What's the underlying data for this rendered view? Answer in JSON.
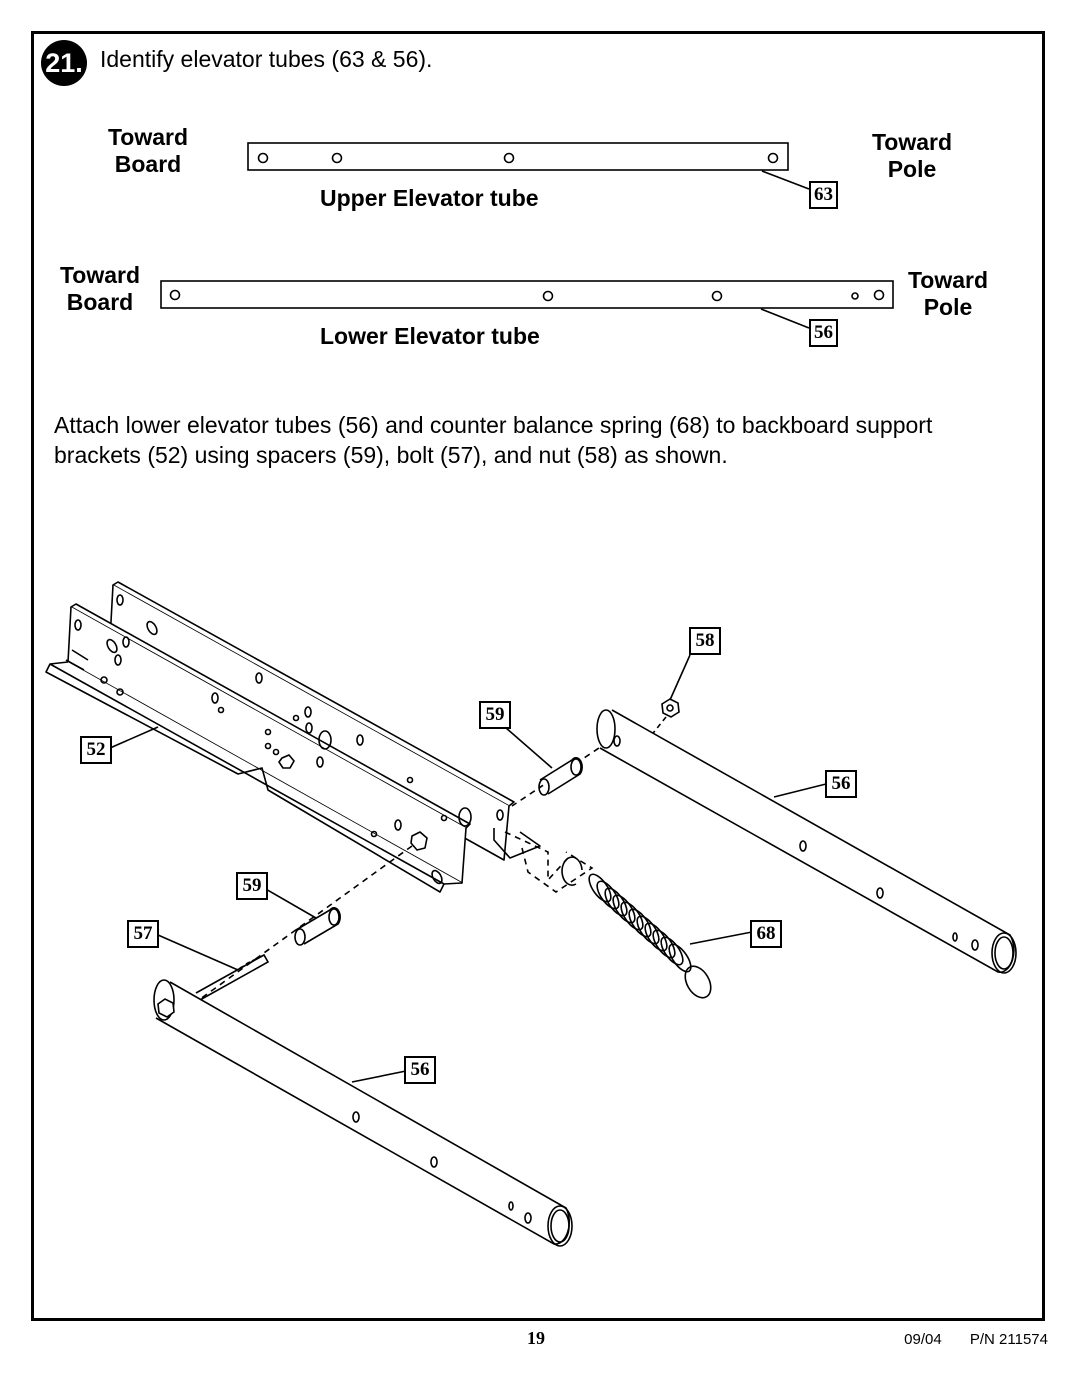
{
  "step": {
    "number": "21.",
    "instruction": "Identify elevator tubes (63 & 56)."
  },
  "tubes": {
    "upper": {
      "left_label": [
        "Toward",
        "Board"
      ],
      "right_label": [
        "Toward",
        "Pole"
      ],
      "title": "Upper Elevator tube",
      "part": "63"
    },
    "lower": {
      "left_label": [
        "Toward",
        "Board"
      ],
      "right_label": [
        "Toward",
        "Pole"
      ],
      "title": "Lower Elevator tube",
      "part": "56"
    }
  },
  "paragraph": "Attach lower elevator tubes (56) and counter balance spring (68) to backboard support brackets (52) using spacers (59), bolt (57), and nut (58) as shown.",
  "callouts": {
    "nut": "58",
    "spacer_top": "59",
    "bracket": "52",
    "tube_right": "56",
    "spacer_bottom": "59",
    "bolt": "57",
    "spring": "68",
    "tube_left": "56"
  },
  "footer": {
    "page": "19",
    "date": "09/04",
    "part_number": "P/N 211574"
  }
}
